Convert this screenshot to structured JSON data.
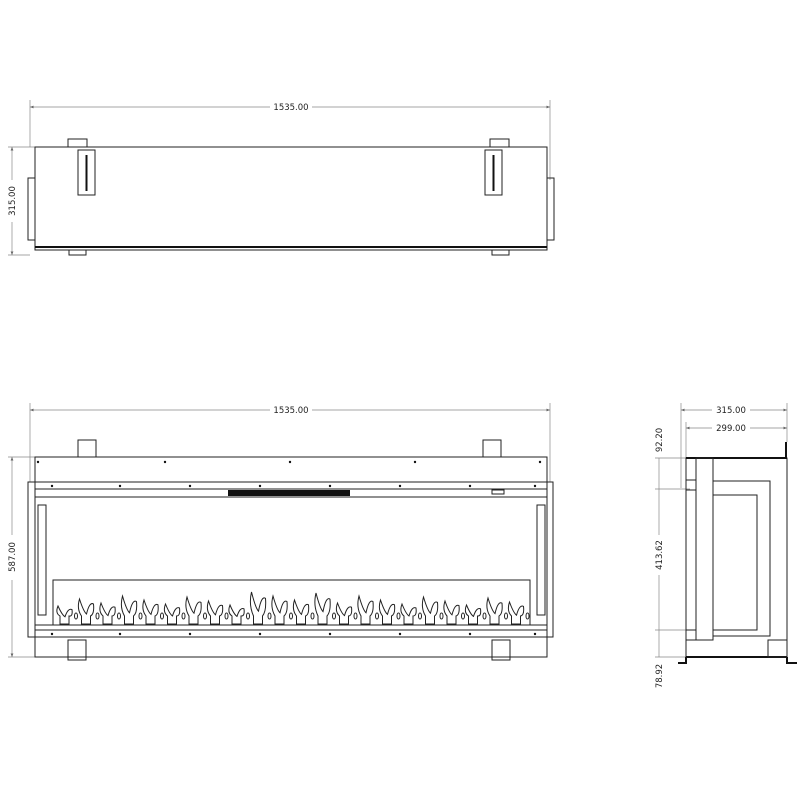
{
  "top_view": {
    "width_label": "1535.00",
    "depth_label": "315.00"
  },
  "front_view": {
    "width_label": "1535.00",
    "height_label": "587.00"
  },
  "side_view": {
    "overall_depth_label": "315.00",
    "body_depth_label": "299.00",
    "top_height_label": "92.20",
    "opening_height_label": "413.62",
    "bottom_height_label": "78.92"
  },
  "colors": {
    "line": "#222222",
    "dimension": "#888888",
    "background": "#ffffff"
  }
}
